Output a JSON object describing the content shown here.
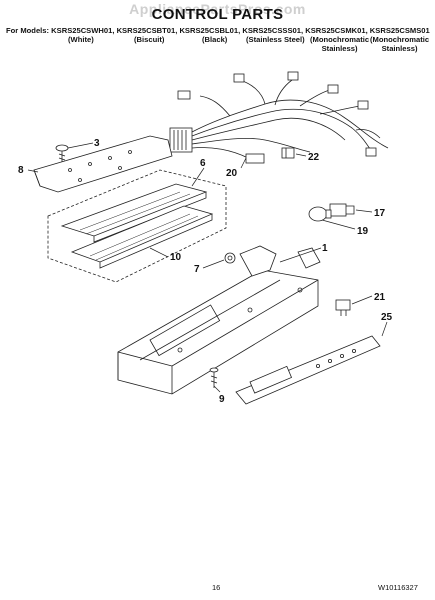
{
  "watermark": "AppliancePartsPros.com",
  "title": "CONTROL PARTS",
  "models": {
    "prefix": "For Models:",
    "list": "KSRS25CSWH01, KSRS25CSBT01, KSRS25CSBL01, KSRS25CSSS01, KSRS25CSMK01, KSRS25CSMS01",
    "colors": [
      {
        "line1": "(White)",
        "line2": ""
      },
      {
        "line1": "(Biscuit)",
        "line2": ""
      },
      {
        "line1": "(Black)",
        "line2": ""
      },
      {
        "line1": "(Stainless Steel)",
        "line2": ""
      },
      {
        "line1": "(Monochromatic",
        "line2": "Stainless)"
      },
      {
        "line1": "(Monochromatic",
        "line2": "Stainless)"
      }
    ]
  },
  "callouts": [
    "1",
    "3",
    "6",
    "7",
    "8",
    "9",
    "10",
    "17",
    "19",
    "20",
    "21",
    "22",
    "25"
  ],
  "footer": {
    "page": "16",
    "doc_number": "W10116327"
  }
}
